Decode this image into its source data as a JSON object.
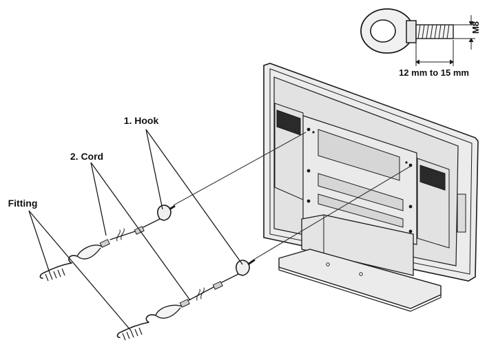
{
  "labels": {
    "hook": "1. Hook",
    "cord": "2. Cord",
    "fitting": "Fitting"
  },
  "bolt_detail": {
    "thread_size": "M8",
    "length_range": "12 mm to 15 mm"
  },
  "colors": {
    "ink": "#1a1a1a",
    "tv_body": "#e9e9e9",
    "tv_dark": "#cfcfcf"
  }
}
